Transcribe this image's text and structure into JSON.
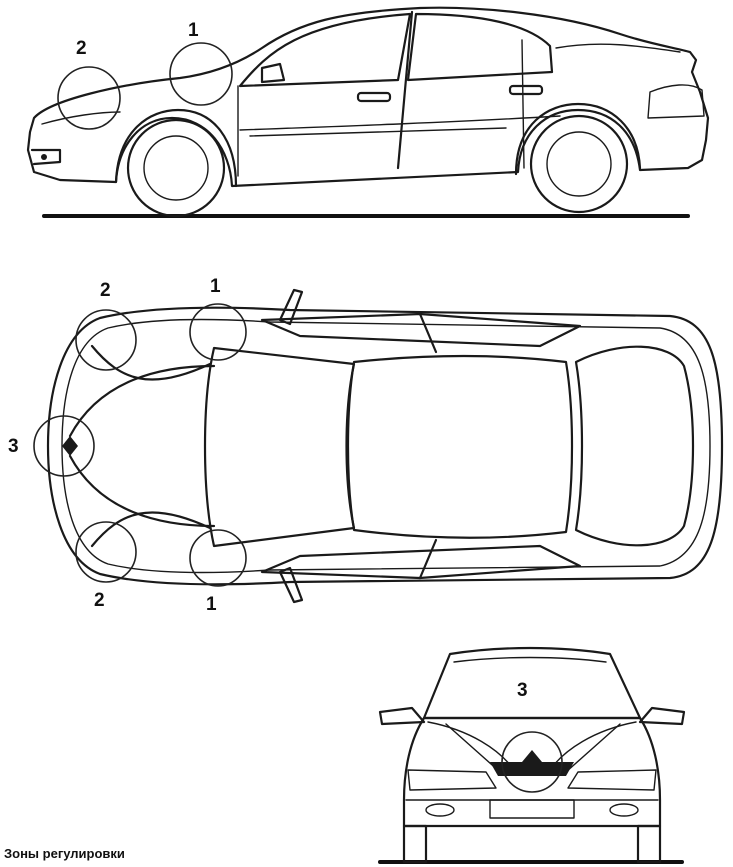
{
  "caption": "Зоны регулировки",
  "zone_labels": {
    "side": {
      "windshield_corner": "1",
      "headlamp": "2"
    },
    "top": {
      "upper_windshield": "1",
      "upper_headlamp": "2",
      "emblem": "3",
      "lower_windshield": "1",
      "lower_headlamp": "2"
    },
    "front": {
      "windshield": "3"
    }
  }
}
